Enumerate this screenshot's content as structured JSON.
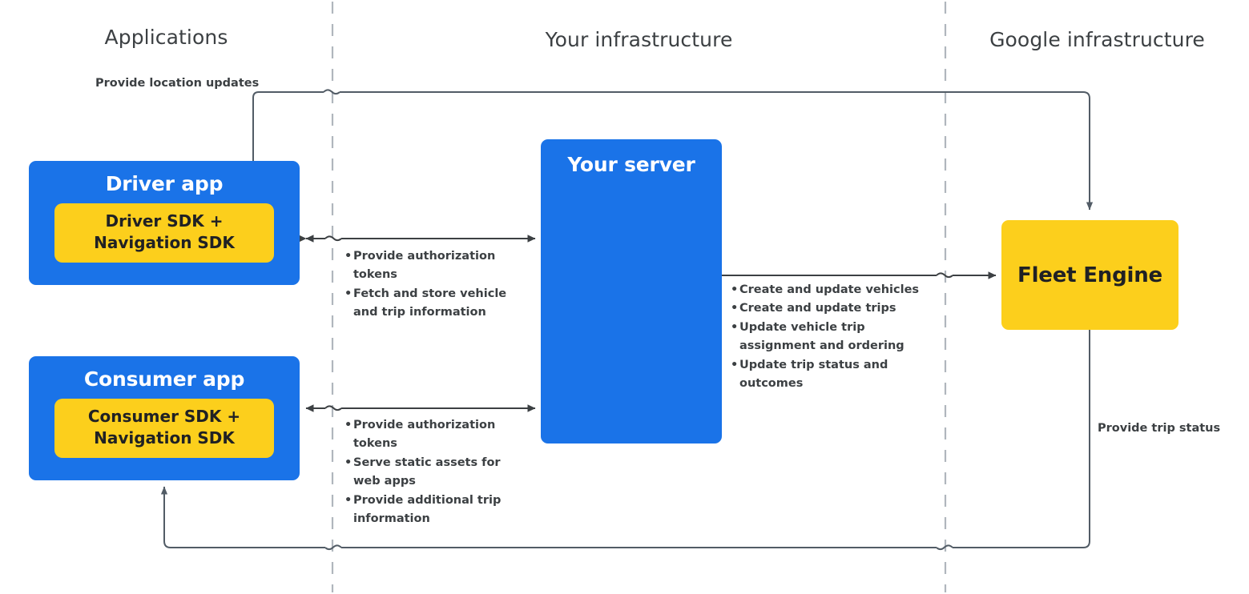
{
  "zones": [
    {
      "id": "applications",
      "label": "Applications"
    },
    {
      "id": "your-infra",
      "label": "Your infrastructure"
    },
    {
      "id": "google-infra",
      "label": "Google infrastructure"
    }
  ],
  "nodes": {
    "driver_app": {
      "title": "Driver app",
      "sdk": "Driver SDK +\nNavigation SDK"
    },
    "driver_sdk": {
      "line1": "Driver SDK +",
      "line2": "Navigation SDK"
    },
    "consumer_app": {
      "title": "Consumer app"
    },
    "consumer_sdk": {
      "line1": "Consumer SDK +",
      "line2": "Navigation SDK"
    },
    "server": {
      "title": "Your server"
    },
    "fleet_engine": {
      "title": "Fleet Engine"
    }
  },
  "edge_labels": {
    "location_updates": "Provide location updates",
    "trip_status": "Provide trip status"
  },
  "bullets": {
    "driver_to_server": [
      "Provide authorization tokens",
      "Fetch and store vehicle and trip information"
    ],
    "consumer_to_server": [
      "Provide authorization tokens",
      "Serve static assets for web apps",
      "Provide additional trip information"
    ],
    "server_to_fleet": [
      "Create and update vehicles",
      "Create and update trips",
      "Update vehicle trip assignment and ordering",
      "Update trip status and outcomes"
    ]
  },
  "colors": {
    "blue": "#1a73e8",
    "yellow": "#fccf1c",
    "line": "#3c4043",
    "divider": "#b0b6bd",
    "text": "#3c4043",
    "white": "#ffffff",
    "background": "#ffffff"
  }
}
